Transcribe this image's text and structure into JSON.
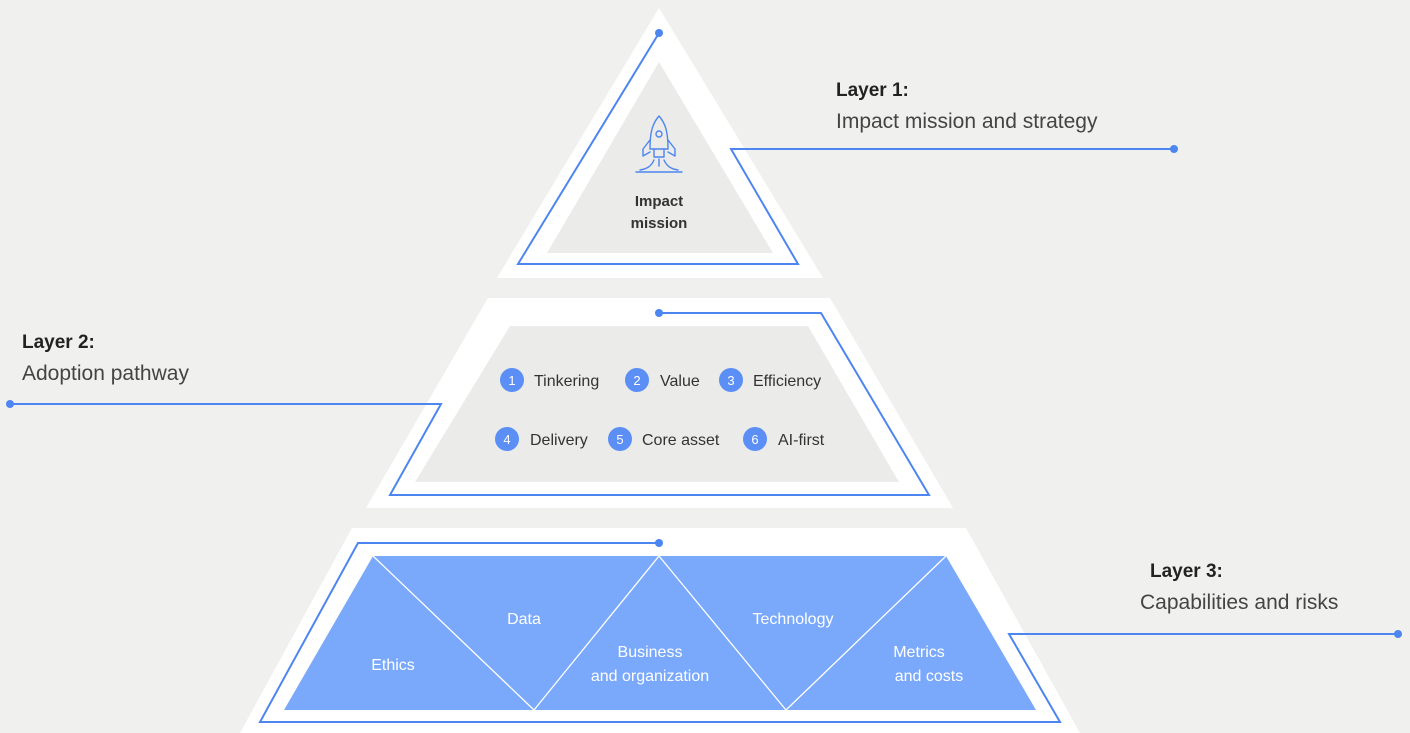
{
  "colors": {
    "background": "#f0f0ee",
    "band": "#ffffff",
    "inner": "#ebebea",
    "accent": "#4d86f0",
    "fill_blue": "#7aa9fb",
    "badge": "#5b8ff5"
  },
  "layer1": {
    "title": "Layer 1:",
    "subtitle": "Impact mission and strategy",
    "icon": "rocket-icon",
    "center_label_line1": "Impact",
    "center_label_line2": "mission"
  },
  "layer2": {
    "title": "Layer 2:",
    "subtitle": "Adoption pathway",
    "steps": [
      {
        "num": "1",
        "label": "Tinkering"
      },
      {
        "num": "2",
        "label": "Value"
      },
      {
        "num": "3",
        "label": "Efficiency"
      },
      {
        "num": "4",
        "label": "Delivery"
      },
      {
        "num": "5",
        "label": "Core asset"
      },
      {
        "num": "6",
        "label": "AI-first"
      }
    ]
  },
  "layer3": {
    "title": "Layer 3:",
    "subtitle": "Capabilities and risks",
    "segments": {
      "ethics": "Ethics",
      "data": "Data",
      "business_line1": "Business",
      "business_line2": "and organization",
      "technology": "Technology",
      "metrics_line1": "Metrics",
      "metrics_line2": "and costs"
    }
  }
}
